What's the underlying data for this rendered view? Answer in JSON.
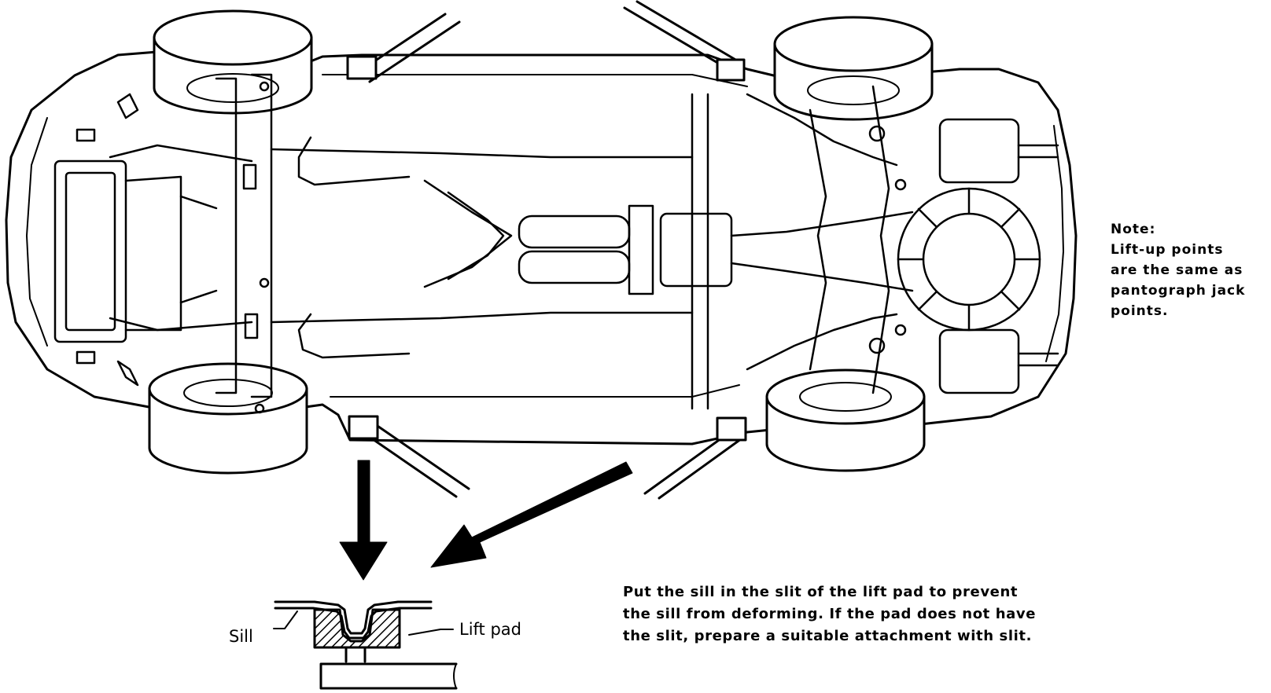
{
  "note": {
    "heading": "Note:",
    "lines": [
      "Lift-up points",
      "are the same as",
      "pantograph jack",
      "points."
    ]
  },
  "instructions": {
    "lines": [
      "Put the sill in the slit of the lift pad to prevent",
      "the sill from deforming.  If the pad does not have",
      "the slit, prepare a suitable attachment with slit."
    ]
  },
  "detail_labels": {
    "sill": "Sill",
    "lift_pad": "Lift pad"
  },
  "colors": {
    "ink": "#000000",
    "paper": "#ffffff"
  }
}
